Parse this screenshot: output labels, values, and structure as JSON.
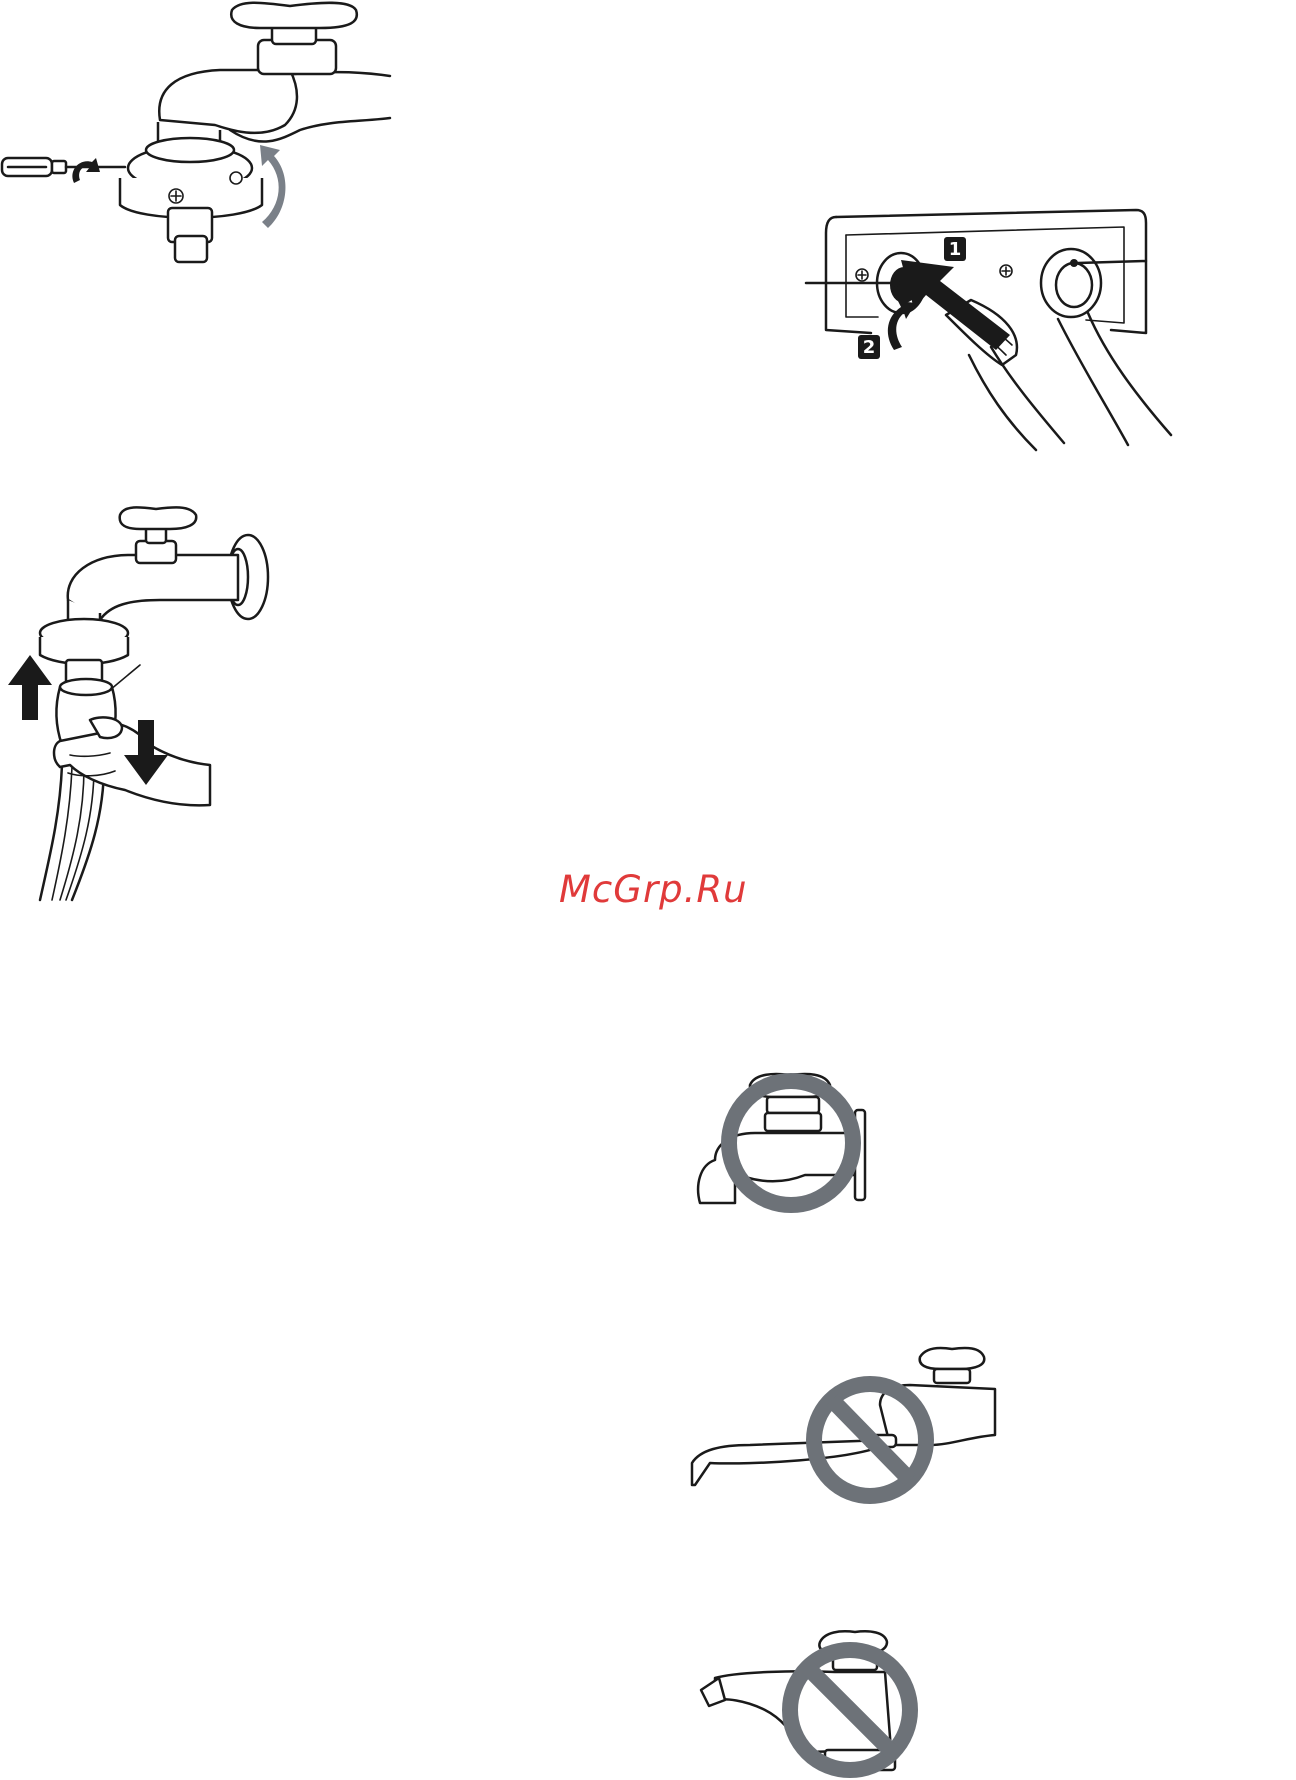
{
  "watermark": {
    "text": "McGrp.Ru",
    "color": "#e03a3a"
  },
  "figures": {
    "faucet_adapter_screws": {
      "icon": "faucet-adapter-screwdriver-icon"
    },
    "inlet_connection": {
      "icon": "water-inlet-hose-connection-icon",
      "steps": [
        "1",
        "2"
      ]
    },
    "hose_attach": {
      "icon": "hose-coupling-attach-icon"
    },
    "prohibited_taps": [
      {
        "icon": "prohibited-square-tap-icon"
      },
      {
        "icon": "prohibited-long-spout-tap-icon"
      },
      {
        "icon": "prohibited-mixer-tap-icon"
      }
    ]
  },
  "colors": {
    "line": "#1a1a1a",
    "arrow_gray": "#7a8088",
    "prohibition": "#6d7278"
  }
}
